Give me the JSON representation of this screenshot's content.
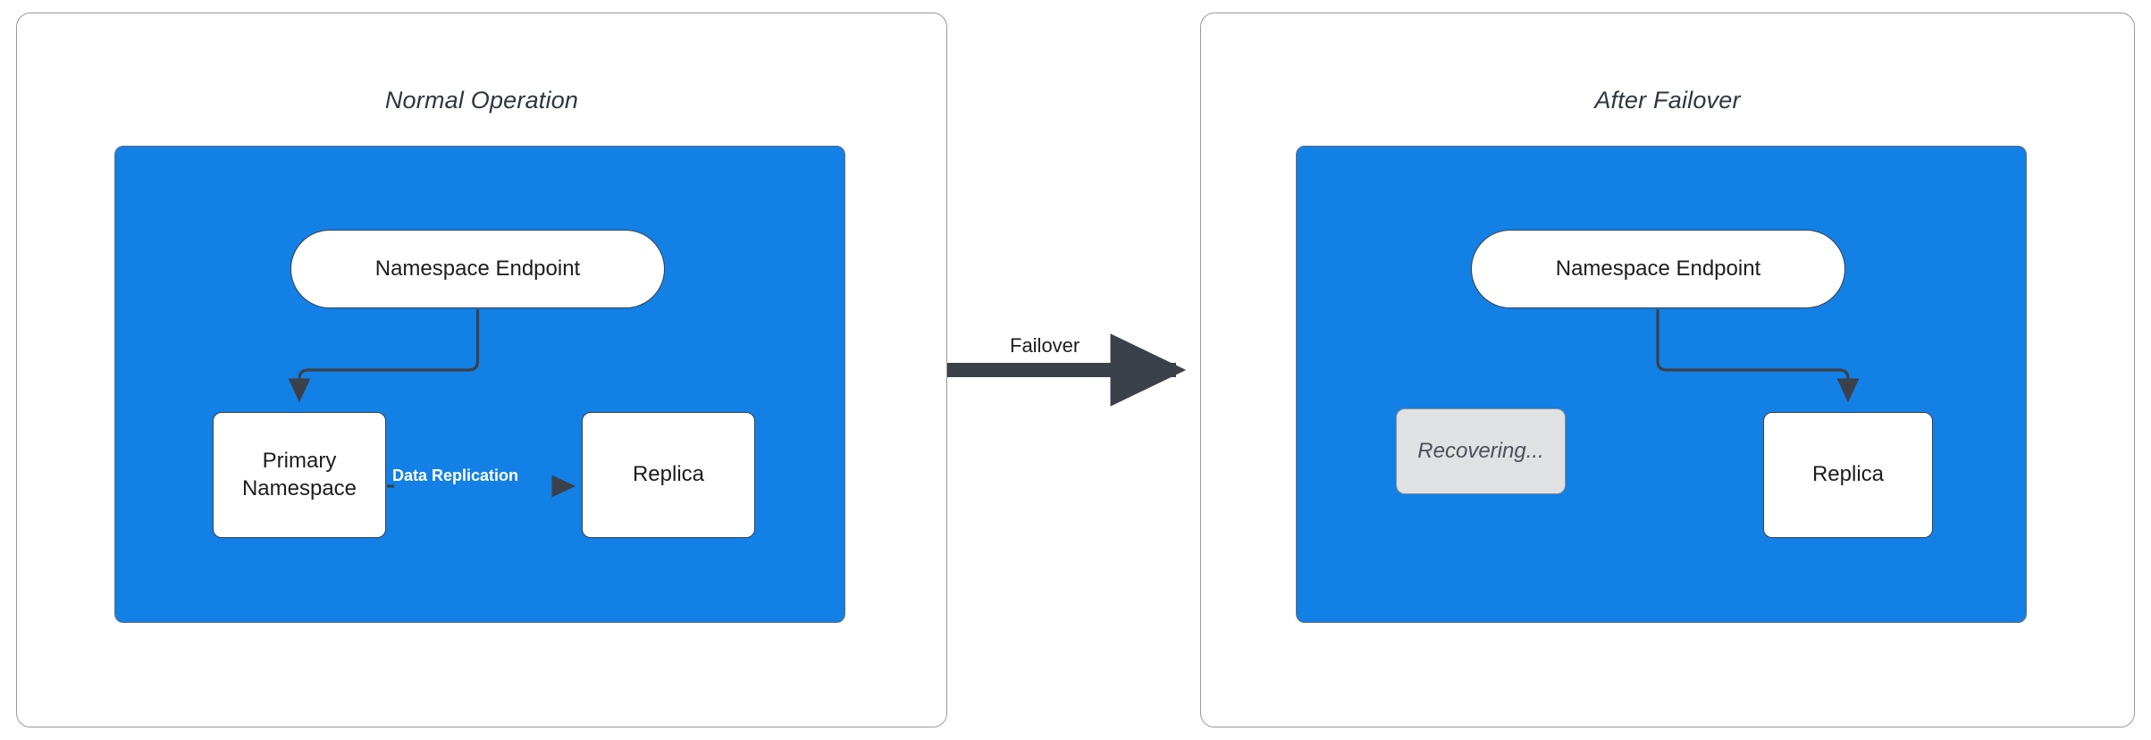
{
  "diagram": {
    "title_hidden": "",
    "colors": {
      "container_blue": "#1280E5",
      "node_border": "#3c4049",
      "panel_border": "#9a9a9a",
      "muted_fill": "#e0e1e3",
      "connector": "#3c4049",
      "edge_label_on_blue": "#ffffff"
    }
  },
  "panels": [
    {
      "id": "normal-operation",
      "title": "Normal Operation",
      "nodes": [
        {
          "id": "endpoint-left",
          "label": "Namespace Endpoint",
          "shape": "stadium",
          "state": "active"
        },
        {
          "id": "primary",
          "label": "Primary\nNamespace",
          "line1": "Primary",
          "line2": "Namespace",
          "shape": "rect",
          "state": "active"
        },
        {
          "id": "replica-left",
          "label": "Replica",
          "shape": "rect",
          "state": "active"
        }
      ],
      "edges": [
        {
          "from": "endpoint-left",
          "to": "primary",
          "label": "",
          "style": "elbow-arrow"
        },
        {
          "from": "primary",
          "to": "replica-left",
          "label": "Data Replication",
          "style": "straight-arrow"
        }
      ]
    },
    {
      "id": "after-failover",
      "title": "After Failover",
      "nodes": [
        {
          "id": "endpoint-right",
          "label": "Namespace Endpoint",
          "shape": "stadium",
          "state": "active"
        },
        {
          "id": "recovering",
          "label": "Recovering...",
          "shape": "rect",
          "state": "muted"
        },
        {
          "id": "replica-right",
          "label": "Replica",
          "shape": "rect",
          "state": "active"
        }
      ],
      "edges": [
        {
          "from": "endpoint-right",
          "to": "replica-right",
          "label": "",
          "style": "elbow-arrow"
        }
      ]
    }
  ],
  "transition": {
    "label": "Failover",
    "from_panel": "normal-operation",
    "to_panel": "after-failover"
  }
}
